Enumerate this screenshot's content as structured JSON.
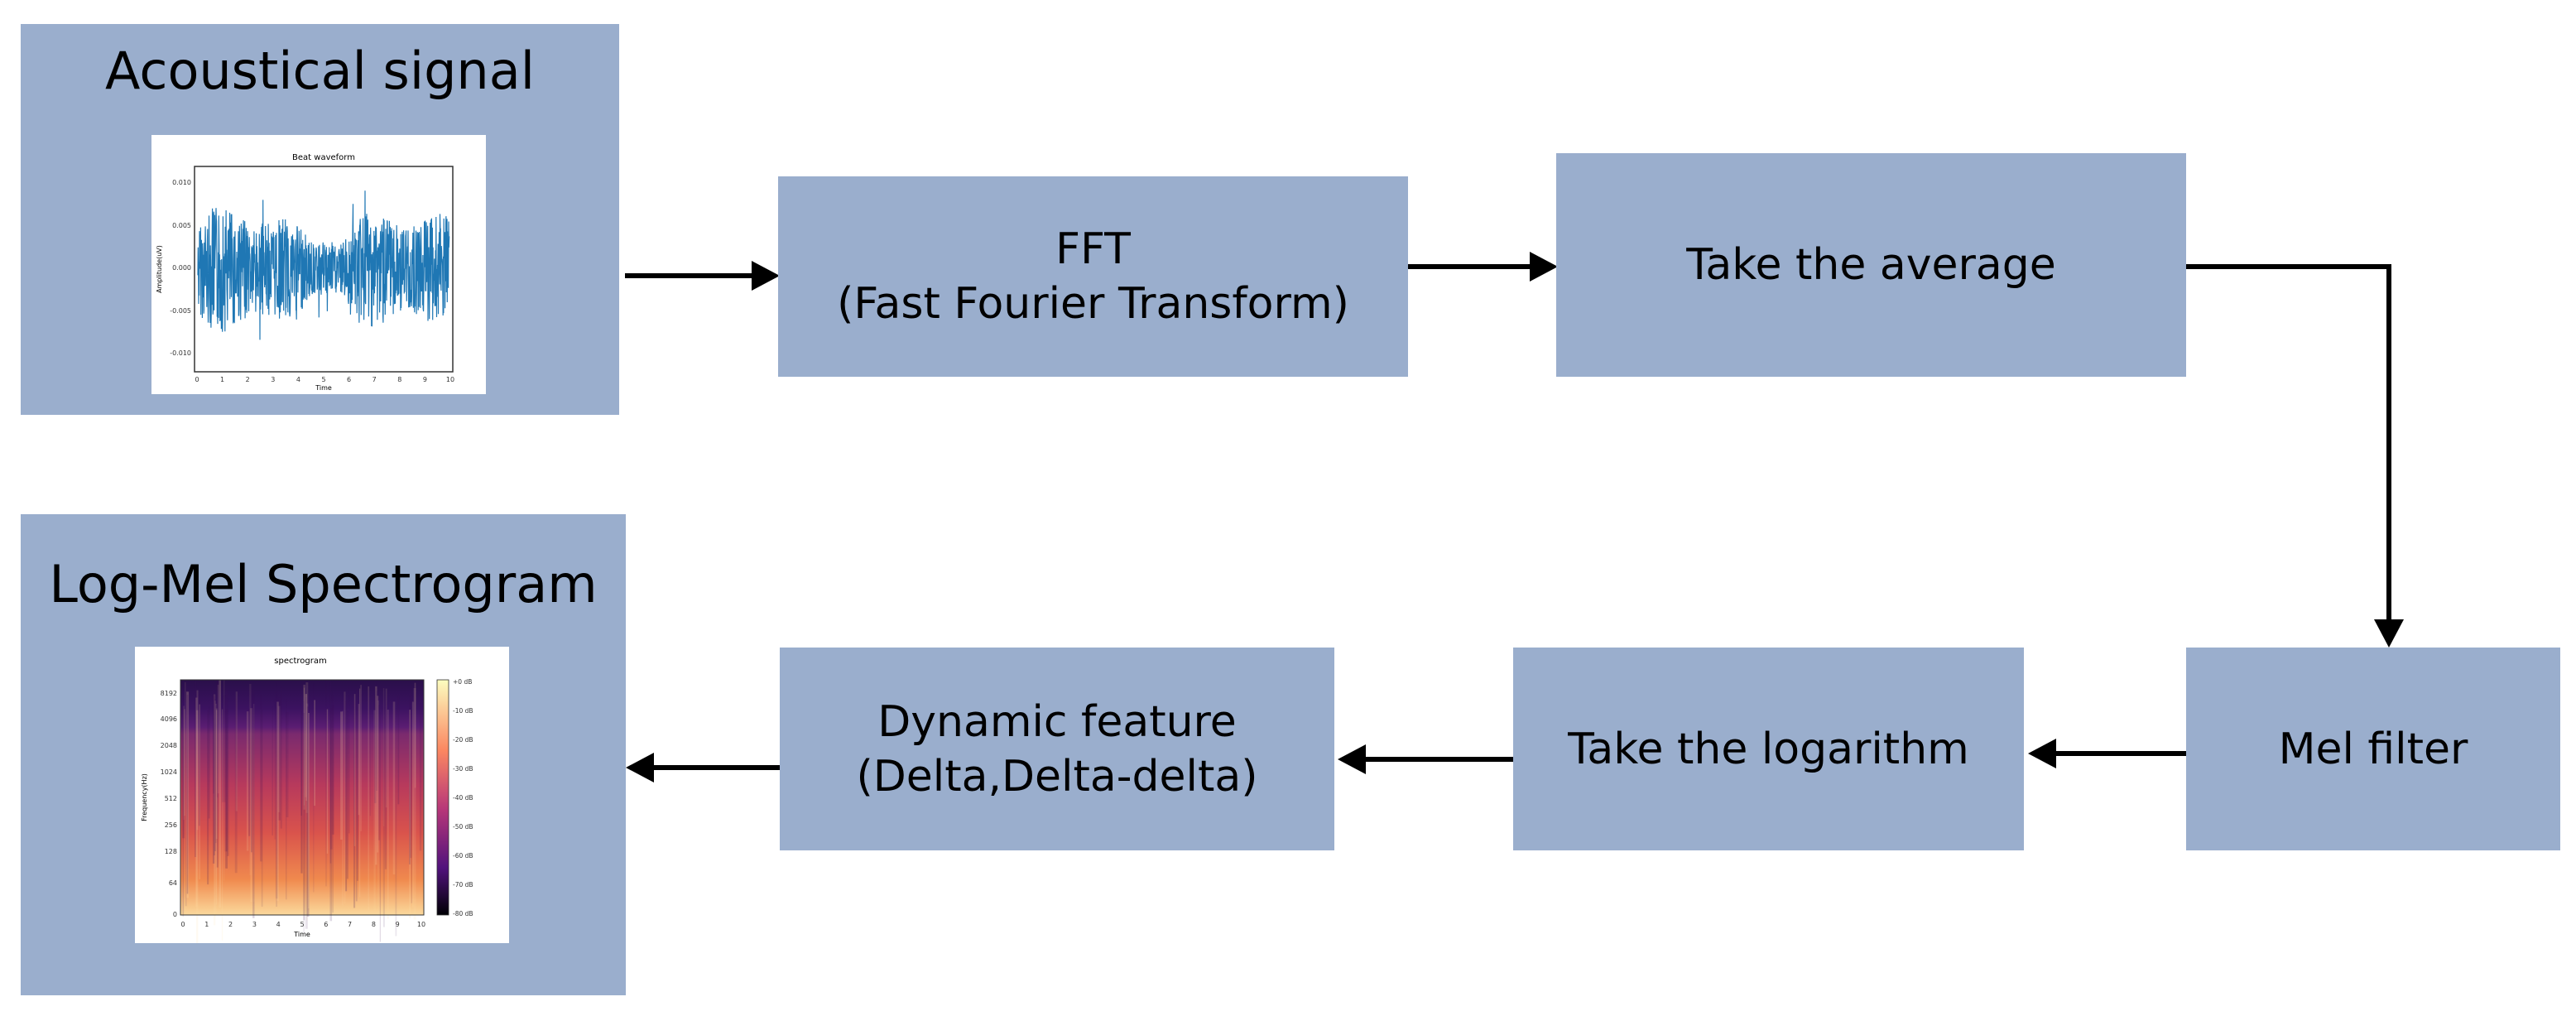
{
  "nodes": {
    "acoustical": {
      "title": "Acoustical signal",
      "thumbnail": {
        "title": "Beat waveform",
        "ylabel": "Amplitude(uV)",
        "xlabel": "Time",
        "yticks": [
          "0.010",
          "0.005",
          "0.000",
          "-0.005",
          "-0.010"
        ],
        "xticks": [
          "0",
          "1",
          "2",
          "3",
          "4",
          "5",
          "6",
          "7",
          "8",
          "9",
          "10"
        ]
      }
    },
    "fft": {
      "line1": "FFT",
      "line2": "(Fast Fourier Transform)"
    },
    "average": {
      "label": "Take the average"
    },
    "mel": {
      "label": "Mel filter"
    },
    "logarithm": {
      "label": "Take the logarithm"
    },
    "dynamic": {
      "line1": "Dynamic feature",
      "line2": "(Delta,Delta-delta)"
    },
    "logmel": {
      "title": "Log-Mel Spectrogram",
      "thumbnail": {
        "title": "spectrogram",
        "ylabel": "Frequency(Hz)",
        "xlabel": "Time",
        "yticks": [
          "8192",
          "4096",
          "2048",
          "1024",
          "512",
          "256",
          "128",
          "64",
          "0"
        ],
        "xticks": [
          "0",
          "1",
          "2",
          "3",
          "4",
          "5",
          "6",
          "7",
          "8",
          "9",
          "10"
        ],
        "colorbar": [
          "+0 dB",
          "-10 dB",
          "-20 dB",
          "-30 dB",
          "-40 dB",
          "-50 dB",
          "-60 dB",
          "-70 dB",
          "-80 dB"
        ]
      }
    }
  },
  "colors": {
    "box": "#9aaecd",
    "arrow": "#000000",
    "waveform": "#1f77b4"
  }
}
